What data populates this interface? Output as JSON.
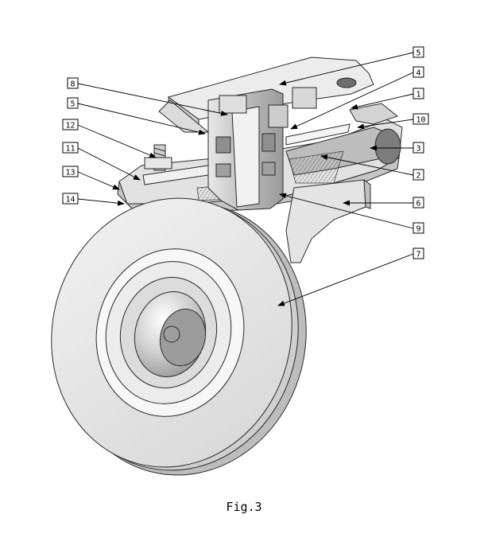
{
  "caption": "Fig.3",
  "labels": {
    "l1": "1",
    "l2": "2",
    "l3": "3",
    "l4": "4",
    "l5a": "5",
    "l5b": "5",
    "l6": "6",
    "l7": "7",
    "l8": "8",
    "l9": "9",
    "l10": "10",
    "l11": "11",
    "l12": "12",
    "l13": "13",
    "l14": "14"
  }
}
